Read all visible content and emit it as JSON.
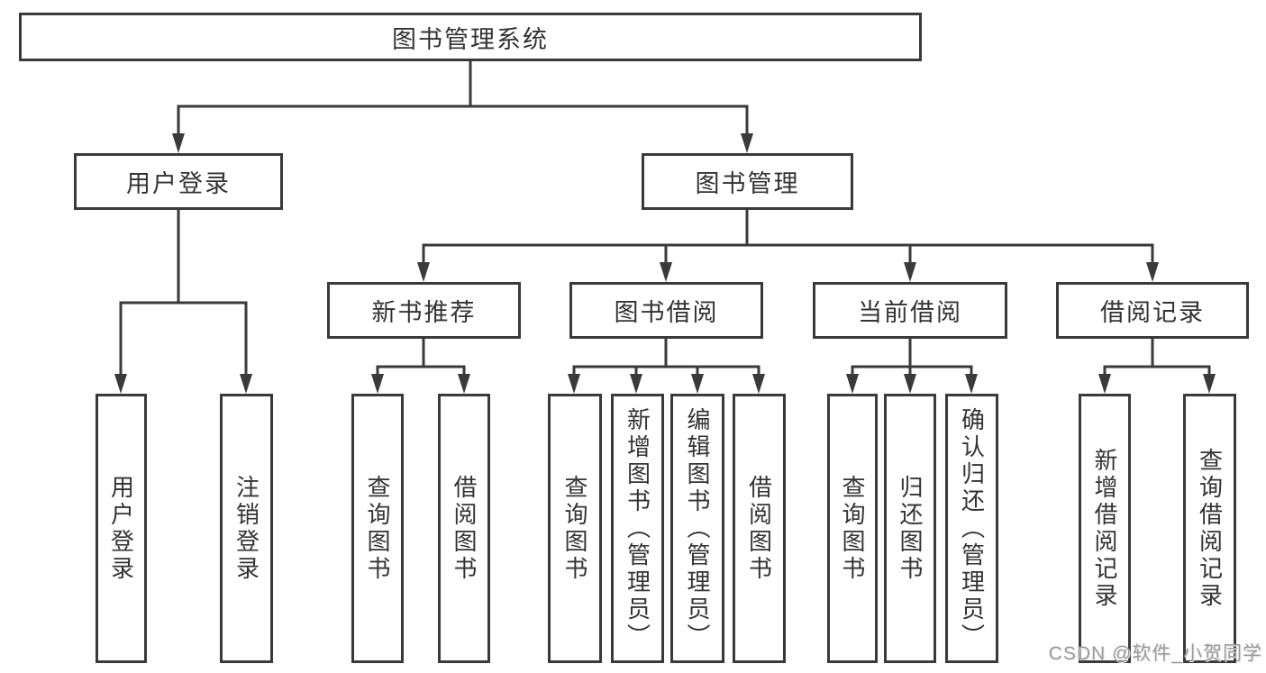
{
  "root": {
    "label": "图书管理系统"
  },
  "level2": [
    {
      "label": "用户登录"
    },
    {
      "label": "图书管理"
    }
  ],
  "level3": [
    {
      "label": "新书推荐"
    },
    {
      "label": "图书借阅"
    },
    {
      "label": "当前借阅"
    },
    {
      "label": "借阅记录"
    }
  ],
  "leaves": [
    {
      "label": "用户登录"
    },
    {
      "label": "注销登录"
    },
    {
      "label": "查询图书"
    },
    {
      "label": "借阅图书"
    },
    {
      "label": "查询图书"
    },
    {
      "label": "新增图书（管理员）"
    },
    {
      "label": "编辑图书（管理员）"
    },
    {
      "label": "借阅图书"
    },
    {
      "label": "查询图书"
    },
    {
      "label": "归还图书"
    },
    {
      "label": "确认归还（管理员）"
    },
    {
      "label": "新增借阅记录"
    },
    {
      "label": "查询借阅记录"
    }
  ],
  "watermark": "CSDN @软件_小贺同学",
  "colors": {
    "line": "#3a3a3a",
    "text": "#333333",
    "box_bg": "#ffffff",
    "watermark": "#9b9b9b"
  }
}
